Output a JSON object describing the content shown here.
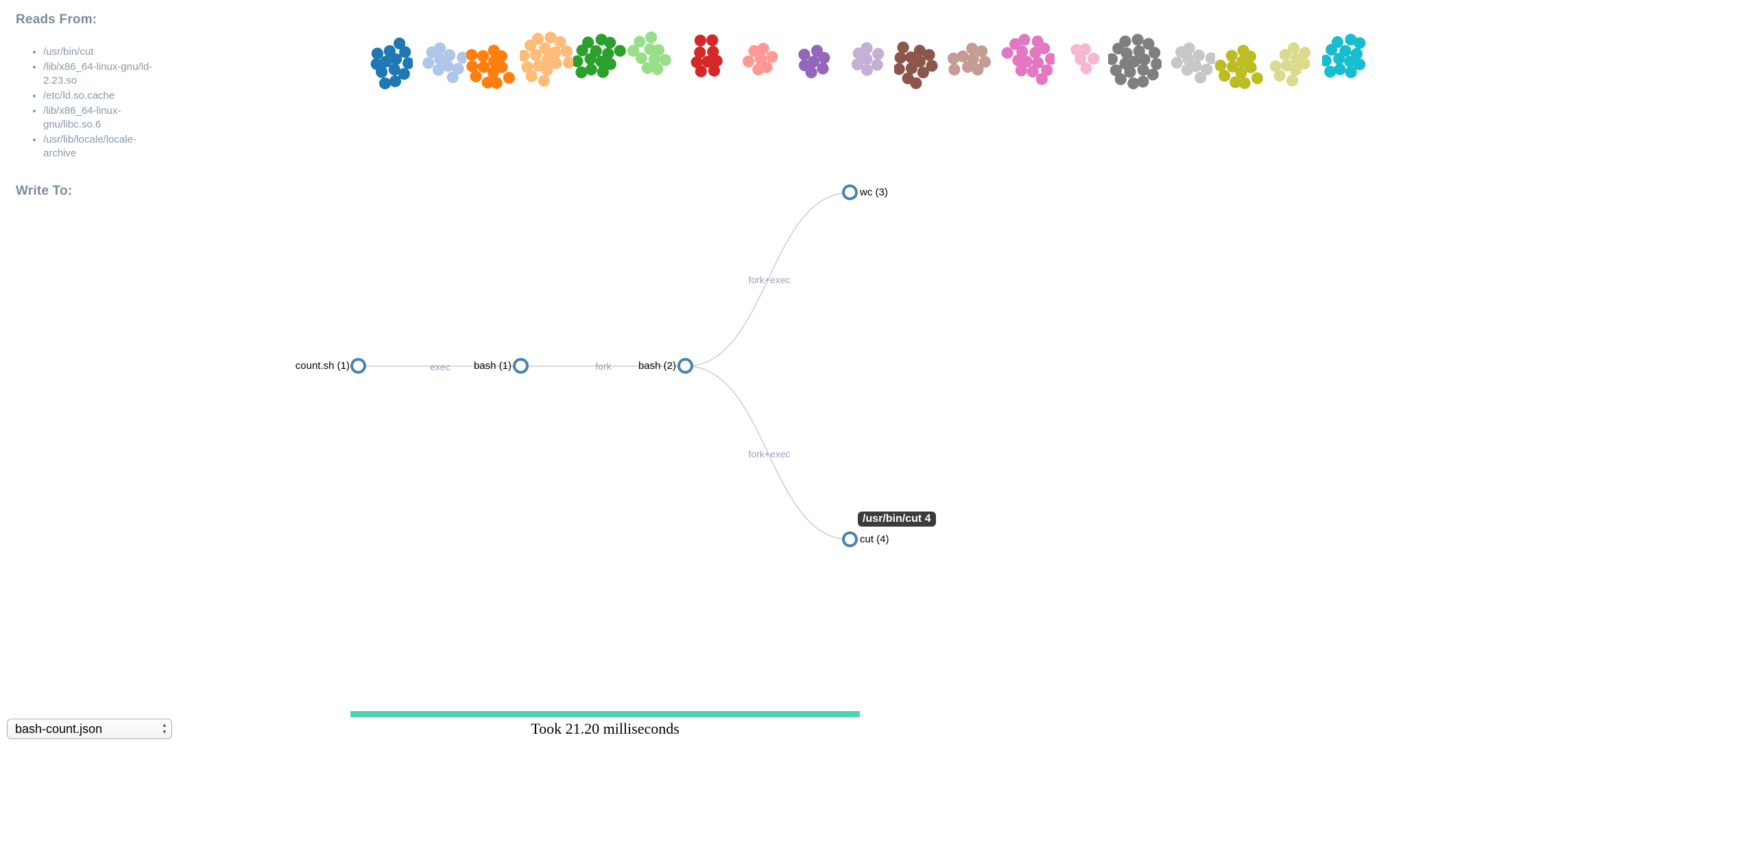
{
  "panel": {
    "reads_from_label": "Reads From:",
    "reads_from": [
      "/usr/bin/cut",
      "/lib/x86_64-linux-gnu/ld-2.23.so",
      "/etc/ld.so.cache",
      "/lib/x86_64-linux-gnu/libc.so.6",
      "/usr/lib/locale/locale-archive"
    ],
    "write_to_label": "Write To:",
    "write_to": []
  },
  "clusters": [
    {
      "color": "#1f77b4",
      "count": 13
    },
    {
      "color": "#aec7e8",
      "count": 10
    },
    {
      "color": "#ff7f0e",
      "count": 13
    },
    {
      "color": "#ffbb78",
      "count": 17
    },
    {
      "color": "#2ca02c",
      "count": 14
    },
    {
      "color": "#98df8a",
      "count": 10
    },
    {
      "color": "#d62728",
      "count": 9
    },
    {
      "color": "#ff9896",
      "count": 7
    },
    {
      "color": "#9467bd",
      "count": 7
    },
    {
      "color": "#c5b0d5",
      "count": 7
    },
    {
      "color": "#8c564b",
      "count": 12
    },
    {
      "color": "#c49c94",
      "count": 9
    },
    {
      "color": "#e377c2",
      "count": 15
    },
    {
      "color": "#f7b6d2",
      "count": 5
    },
    {
      "color": "#7f7f7f",
      "count": 19
    },
    {
      "color": "#c7c7c7",
      "count": 10
    },
    {
      "color": "#bcbd22",
      "count": 12
    },
    {
      "color": "#dbdb8d",
      "count": 10
    },
    {
      "color": "#17becf",
      "count": 13
    }
  ],
  "tree": {
    "nodes": [
      {
        "label": "count.sh (1)"
      },
      {
        "label": "bash (1)"
      },
      {
        "label": "bash (2)"
      },
      {
        "label": "wc (3)"
      },
      {
        "label": "cut (4)"
      }
    ],
    "edges": [
      {
        "from": "count.sh (1)",
        "to": "bash (1)",
        "label": "exec"
      },
      {
        "from": "bash (1)",
        "to": "bash (2)",
        "label": "fork"
      },
      {
        "from": "bash (2)",
        "to": "wc (3)",
        "label": "fork+exec"
      },
      {
        "from": "bash (2)",
        "to": "cut (4)",
        "label": "fork+exec"
      }
    ]
  },
  "tooltip": {
    "text": "/usr/bin/cut 4"
  },
  "status": {
    "took_text": "Took 21.20 milliseconds",
    "bar_color": "#4dd3b4"
  },
  "file_select": {
    "selected": "bash-count.json",
    "options": [
      "bash-count.json"
    ]
  }
}
